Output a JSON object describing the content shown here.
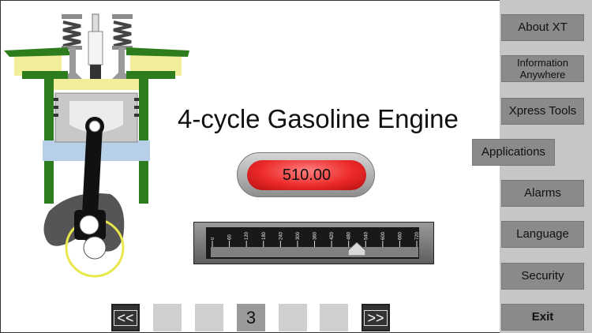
{
  "page": {
    "title": "4-cycle Gasoline Engine",
    "value_display": "510.00"
  },
  "gauge": {
    "ticks": [
      "0",
      "60",
      "120",
      "180",
      "240",
      "300",
      "360",
      "420",
      "480",
      "540",
      "600",
      "660",
      "720"
    ],
    "value": 510,
    "min": 0,
    "max": 720
  },
  "sidebar": {
    "items": [
      {
        "label": "About XT"
      },
      {
        "label": "Information Anywhere"
      },
      {
        "label": "Xpress Tools"
      },
      {
        "label": "Applications"
      },
      {
        "label": "Alarms"
      },
      {
        "label": "Language"
      },
      {
        "label": "Security"
      },
      {
        "label": "Exit"
      }
    ]
  },
  "pager": {
    "prev_label": "<<",
    "next_label": ">>",
    "current_page": "3"
  },
  "colors": {
    "sidebar_bg": "#c6c6c6",
    "button_bg": "#8a8a8a",
    "pill_red": "#ec2a2a",
    "engine_green": "#2e7d1c",
    "coolant_blue": "#b8cfe8"
  }
}
